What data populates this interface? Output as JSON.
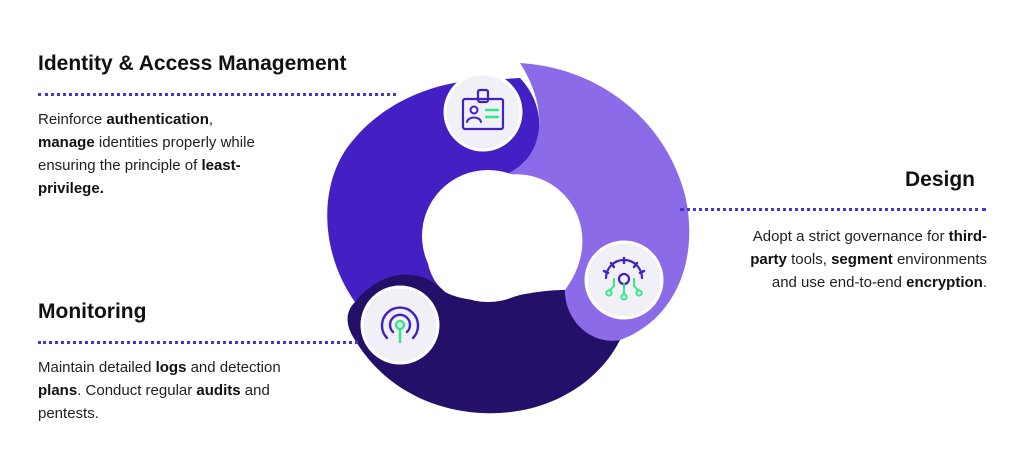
{
  "sections": {
    "identity": {
      "title": "Identity & Access Management",
      "parts": [
        {
          "t": "Reinforce ",
          "b": false
        },
        {
          "t": "authentication",
          "b": true
        },
        {
          "t": ",\n",
          "b": false
        },
        {
          "t": "manage",
          "b": true
        },
        {
          "t": " identities properly while\nensuring the principle of ",
          "b": false
        },
        {
          "t": "least-\nprivilege.",
          "b": true
        }
      ]
    },
    "design": {
      "title": "Design",
      "parts": [
        {
          "t": "Adopt a strict governance for ",
          "b": false
        },
        {
          "t": "third-\nparty",
          "b": true
        },
        {
          "t": " tools, ",
          "b": false
        },
        {
          "t": "segment",
          "b": true
        },
        {
          "t": " environments\nand use end-to-end ",
          "b": false
        },
        {
          "t": "encryption",
          "b": true
        },
        {
          "t": ".",
          "b": false
        }
      ]
    },
    "monitoring": {
      "title": "Monitoring",
      "parts": [
        {
          "t": "Maintain detailed ",
          "b": false
        },
        {
          "t": "logs",
          "b": true
        },
        {
          "t": " and detection\n",
          "b": false
        },
        {
          "t": "plans",
          "b": true
        },
        {
          "t": ". Conduct regular ",
          "b": false
        },
        {
          "t": "audits",
          "b": true
        },
        {
          "t": " and\npentests.",
          "b": false
        }
      ]
    }
  },
  "colors": {
    "identity": "#4220c4",
    "design": "#8b6be8",
    "monitoring": "#241068",
    "accent_green": "#2ee88a",
    "badge_bg": "#f1f0f6",
    "dots": "#4a35c8"
  },
  "icons": {
    "identity": "id-badge-icon",
    "design": "gear-circuit-icon",
    "monitoring": "radar-signal-icon"
  }
}
